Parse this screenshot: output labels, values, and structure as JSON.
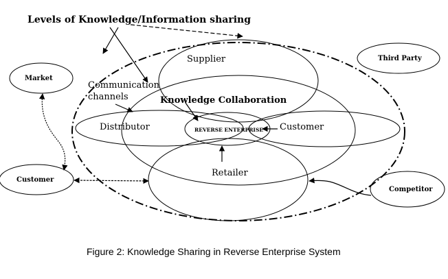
{
  "diagram": {
    "title_levels": "Levels of Knowledge/Information sharing",
    "knowledge_collaboration": "Knowledge Collaboration",
    "communication_channels_line1": "Communication",
    "communication_channels_line2": "channels",
    "center": "REVERSE ENTERPRISE",
    "supplier": "Supplier",
    "distributor": "Distributor",
    "customer_inner": "Customer",
    "retailer": "Retailer",
    "market": "Market",
    "third_party": "Third Party",
    "customer_outer": "Customer",
    "competitor": "Competitor"
  },
  "caption": "Figure 2: Knowledge Sharing in Reverse Enterprise System"
}
